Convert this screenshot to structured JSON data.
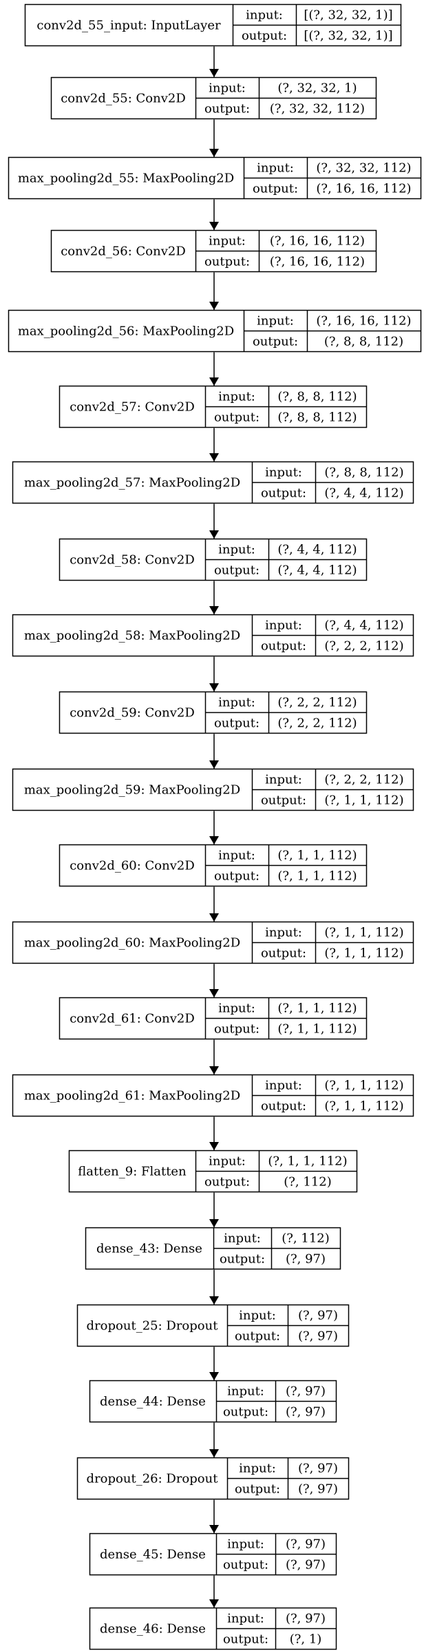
{
  "layers": [
    {
      "name": "conv2d_55_input: InputLayer",
      "input_label": "input:",
      "output_label": "output:",
      "input": "[(?, 32, 32, 1)]",
      "output": "[(?, 32, 32, 1)]"
    },
    {
      "name": "conv2d_55: Conv2D",
      "input_label": "input:",
      "output_label": "output:",
      "input": "(?, 32, 32, 1)",
      "output": "(?, 32, 32, 112)"
    },
    {
      "name": "max_pooling2d_55: MaxPooling2D",
      "input_label": "input:",
      "output_label": "output:",
      "input": "(?, 32, 32, 112)",
      "output": "(?, 16, 16, 112)"
    },
    {
      "name": "conv2d_56: Conv2D",
      "input_label": "input:",
      "output_label": "output:",
      "input": "(?, 16, 16, 112)",
      "output": "(?, 16, 16, 112)"
    },
    {
      "name": "max_pooling2d_56: MaxPooling2D",
      "input_label": "input:",
      "output_label": "output:",
      "input": "(?, 16, 16, 112)",
      "output": "(?, 8, 8, 112)"
    },
    {
      "name": "conv2d_57: Conv2D",
      "input_label": "input:",
      "output_label": "output:",
      "input": "(?, 8, 8, 112)",
      "output": "(?, 8, 8, 112)"
    },
    {
      "name": "max_pooling2d_57: MaxPooling2D",
      "input_label": "input:",
      "output_label": "output:",
      "input": "(?, 8, 8, 112)",
      "output": "(?, 4, 4, 112)"
    },
    {
      "name": "conv2d_58: Conv2D",
      "input_label": "input:",
      "output_label": "output:",
      "input": "(?, 4, 4, 112)",
      "output": "(?, 4, 4, 112)"
    },
    {
      "name": "max_pooling2d_58: MaxPooling2D",
      "input_label": "input:",
      "output_label": "output:",
      "input": "(?, 4, 4, 112)",
      "output": "(?, 2, 2, 112)"
    },
    {
      "name": "conv2d_59: Conv2D",
      "input_label": "input:",
      "output_label": "output:",
      "input": "(?, 2, 2, 112)",
      "output": "(?, 2, 2, 112)"
    },
    {
      "name": "max_pooling2d_59: MaxPooling2D",
      "input_label": "input:",
      "output_label": "output:",
      "input": "(?, 2, 2, 112)",
      "output": "(?, 1, 1, 112)"
    },
    {
      "name": "conv2d_60: Conv2D",
      "input_label": "input:",
      "output_label": "output:",
      "input": "(?, 1, 1, 112)",
      "output": "(?, 1, 1, 112)"
    },
    {
      "name": "max_pooling2d_60: MaxPooling2D",
      "input_label": "input:",
      "output_label": "output:",
      "input": "(?, 1, 1, 112)",
      "output": "(?, 1, 1, 112)"
    },
    {
      "name": "conv2d_61: Conv2D",
      "input_label": "input:",
      "output_label": "output:",
      "input": "(?, 1, 1, 112)",
      "output": "(?, 1, 1, 112)"
    },
    {
      "name": "max_pooling2d_61: MaxPooling2D",
      "input_label": "input:",
      "output_label": "output:",
      "input": "(?, 1, 1, 112)",
      "output": "(?, 1, 1, 112)"
    },
    {
      "name": "flatten_9: Flatten",
      "input_label": "input:",
      "output_label": "output:",
      "input": "(?, 1, 1, 112)",
      "output": "(?, 112)"
    },
    {
      "name": "dense_43: Dense",
      "input_label": "input:",
      "output_label": "output:",
      "input": "(?, 112)",
      "output": "(?, 97)"
    },
    {
      "name": "dropout_25: Dropout",
      "input_label": "input:",
      "output_label": "output:",
      "input": "(?, 97)",
      "output": "(?, 97)"
    },
    {
      "name": "dense_44: Dense",
      "input_label": "input:",
      "output_label": "output:",
      "input": "(?, 97)",
      "output": "(?, 97)"
    },
    {
      "name": "dropout_26: Dropout",
      "input_label": "input:",
      "output_label": "output:",
      "input": "(?, 97)",
      "output": "(?, 97)"
    },
    {
      "name": "dense_45: Dense",
      "input_label": "input:",
      "output_label": "output:",
      "input": "(?, 97)",
      "output": "(?, 97)"
    },
    {
      "name": "dense_46: Dense",
      "input_label": "input:",
      "output_label": "output:",
      "input": "(?, 97)",
      "output": "(?, 1)"
    }
  ]
}
